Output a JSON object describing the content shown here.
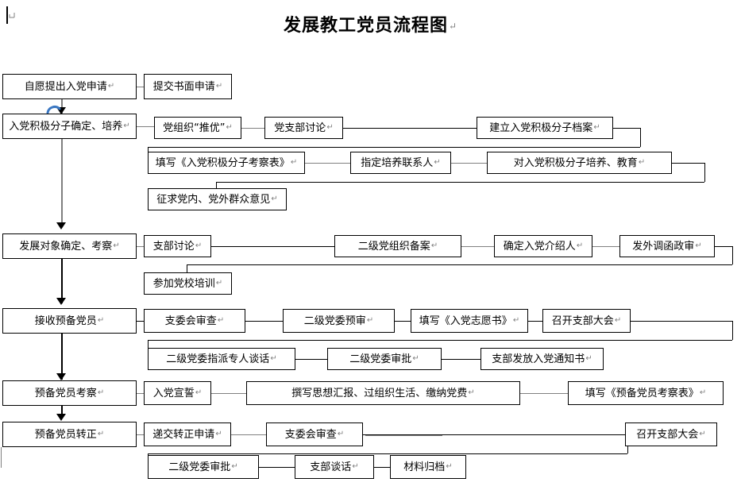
{
  "document": {
    "title": "发展教工党员流程图",
    "paragraph_mark": "↵"
  },
  "colors": {
    "box_border": "#000000",
    "connector_black": "#000000",
    "connector_gray": "#808080",
    "spine": "#7f7f7f",
    "blue_mark": "#3a77c2",
    "text": "#000000",
    "background": "#ffffff"
  },
  "stages": [
    {
      "id": "stage-1",
      "label": "自愿提出入党申请",
      "steps": [
        {
          "id": "s1-1",
          "label": "提交书面申请"
        }
      ]
    },
    {
      "id": "stage-2",
      "label": "入党积极分子确定、培养",
      "steps": [
        {
          "id": "s2-1",
          "label": "党组织“推优”"
        },
        {
          "id": "s2-2",
          "label": "党支部讨论"
        },
        {
          "id": "s2-3",
          "label": "建立入党积极分子档案"
        },
        {
          "id": "s2-4",
          "label": "填写《入党积极分子考察表》"
        },
        {
          "id": "s2-5",
          "label": "指定培养联系人"
        },
        {
          "id": "s2-6",
          "label": "对入党积极分子培养、教育"
        },
        {
          "id": "s2-7",
          "label": "征求党内、党外群众意见"
        }
      ]
    },
    {
      "id": "stage-3",
      "label": "发展对象确定、考察",
      "steps": [
        {
          "id": "s3-1",
          "label": "支部讨论"
        },
        {
          "id": "s3-2",
          "label": "二级党组织备案"
        },
        {
          "id": "s3-3",
          "label": "确定入党介绍人"
        },
        {
          "id": "s3-4",
          "label": "发外调函政审"
        },
        {
          "id": "s3-5",
          "label": "参加党校培训"
        }
      ]
    },
    {
      "id": "stage-4",
      "label": "接收预备党员",
      "steps": [
        {
          "id": "s4-1",
          "label": "支委会审查"
        },
        {
          "id": "s4-2",
          "label": "二级党委预审"
        },
        {
          "id": "s4-3",
          "label": "填写《入党志愿书》"
        },
        {
          "id": "s4-4",
          "label": "召开支部大会"
        },
        {
          "id": "s4-5",
          "label": "二级党委指派专人谈话"
        },
        {
          "id": "s4-6",
          "label": "二级党委审批"
        },
        {
          "id": "s4-7",
          "label": "支部发放入党通知书"
        }
      ]
    },
    {
      "id": "stage-5",
      "label": "预备党员考察",
      "steps": [
        {
          "id": "s5-1",
          "label": "入党宣誓"
        },
        {
          "id": "s5-2",
          "label": "撰写思想汇报、过组织生活、缴纳党费"
        },
        {
          "id": "s5-3",
          "label": "填写《预备党员考察表》"
        }
      ]
    },
    {
      "id": "stage-6",
      "label": "预备党员转正",
      "steps": [
        {
          "id": "s6-1",
          "label": "递交转正申请"
        },
        {
          "id": "s6-2",
          "label": "支委会审查"
        },
        {
          "id": "s6-3",
          "label": "召开支部大会"
        },
        {
          "id": "s6-4",
          "label": "二级党委审批"
        },
        {
          "id": "s6-5",
          "label": "支部谈话"
        },
        {
          "id": "s6-6",
          "label": "材料归档"
        }
      ]
    }
  ],
  "annotations": {
    "cursor_mark": "text-cursor",
    "blue_mark": "blue-curved-arrow"
  }
}
